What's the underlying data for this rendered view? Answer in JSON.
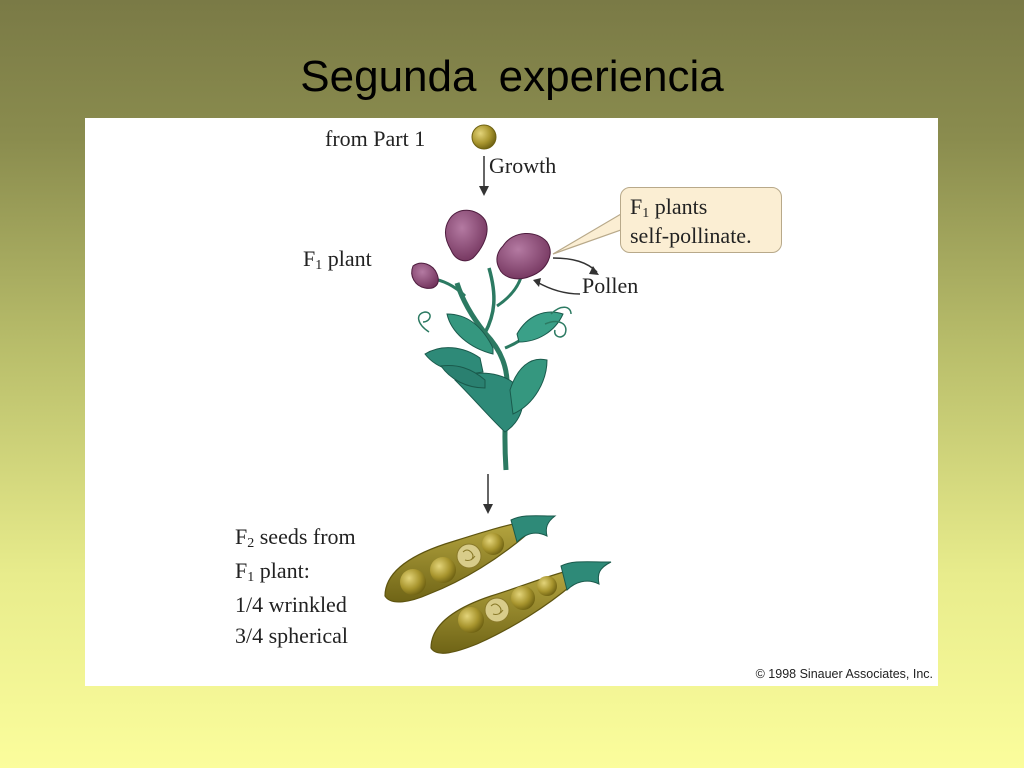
{
  "slide": {
    "title": "Segunda  experiencia"
  },
  "diagram": {
    "from_part": "from Part 1",
    "growth": "Growth",
    "f1_plant": {
      "main": "F",
      "sub": "1",
      "rest": " plant"
    },
    "callout": {
      "line1": {
        "main": "F",
        "sub": "1",
        "rest": " plants"
      },
      "line2": "self-pollinate."
    },
    "pollen": "Pollen",
    "f2": {
      "line1": {
        "main": "F",
        "sub": "2",
        "rest": " seeds from"
      },
      "line2": {
        "main": "F",
        "sub": "1",
        "rest": " plant:"
      },
      "line3": "1/4 wrinkled",
      "line4": "3/4 spherical"
    },
    "copyright": "© 1998 Sinauer Associates, Inc."
  },
  "colors": {
    "background_top": "#7a7a46",
    "background_bottom": "#fbfd9c",
    "flower": "#8a4a72",
    "leaf": "#2e8a78",
    "pea": "#9a8a2a",
    "pod": "#8c7e26"
  },
  "icons": [
    "seed-icon",
    "flower-icon",
    "leaf-icon",
    "pea-pod-icon",
    "arrow-down-icon"
  ]
}
